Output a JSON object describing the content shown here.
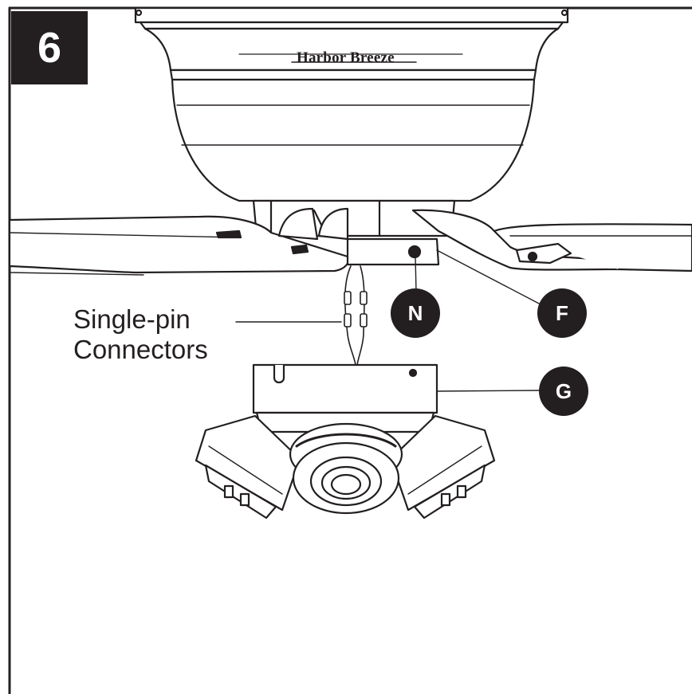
{
  "step": {
    "number": "6"
  },
  "brand": {
    "name": "Harbor Breeze"
  },
  "labels": {
    "connectors_line1": "Single-pin",
    "connectors_line2": "Connectors"
  },
  "parts": {
    "n": "N",
    "f": "F",
    "g": "G"
  },
  "colors": {
    "ink": "#231f20",
    "paper": "#ffffff"
  }
}
